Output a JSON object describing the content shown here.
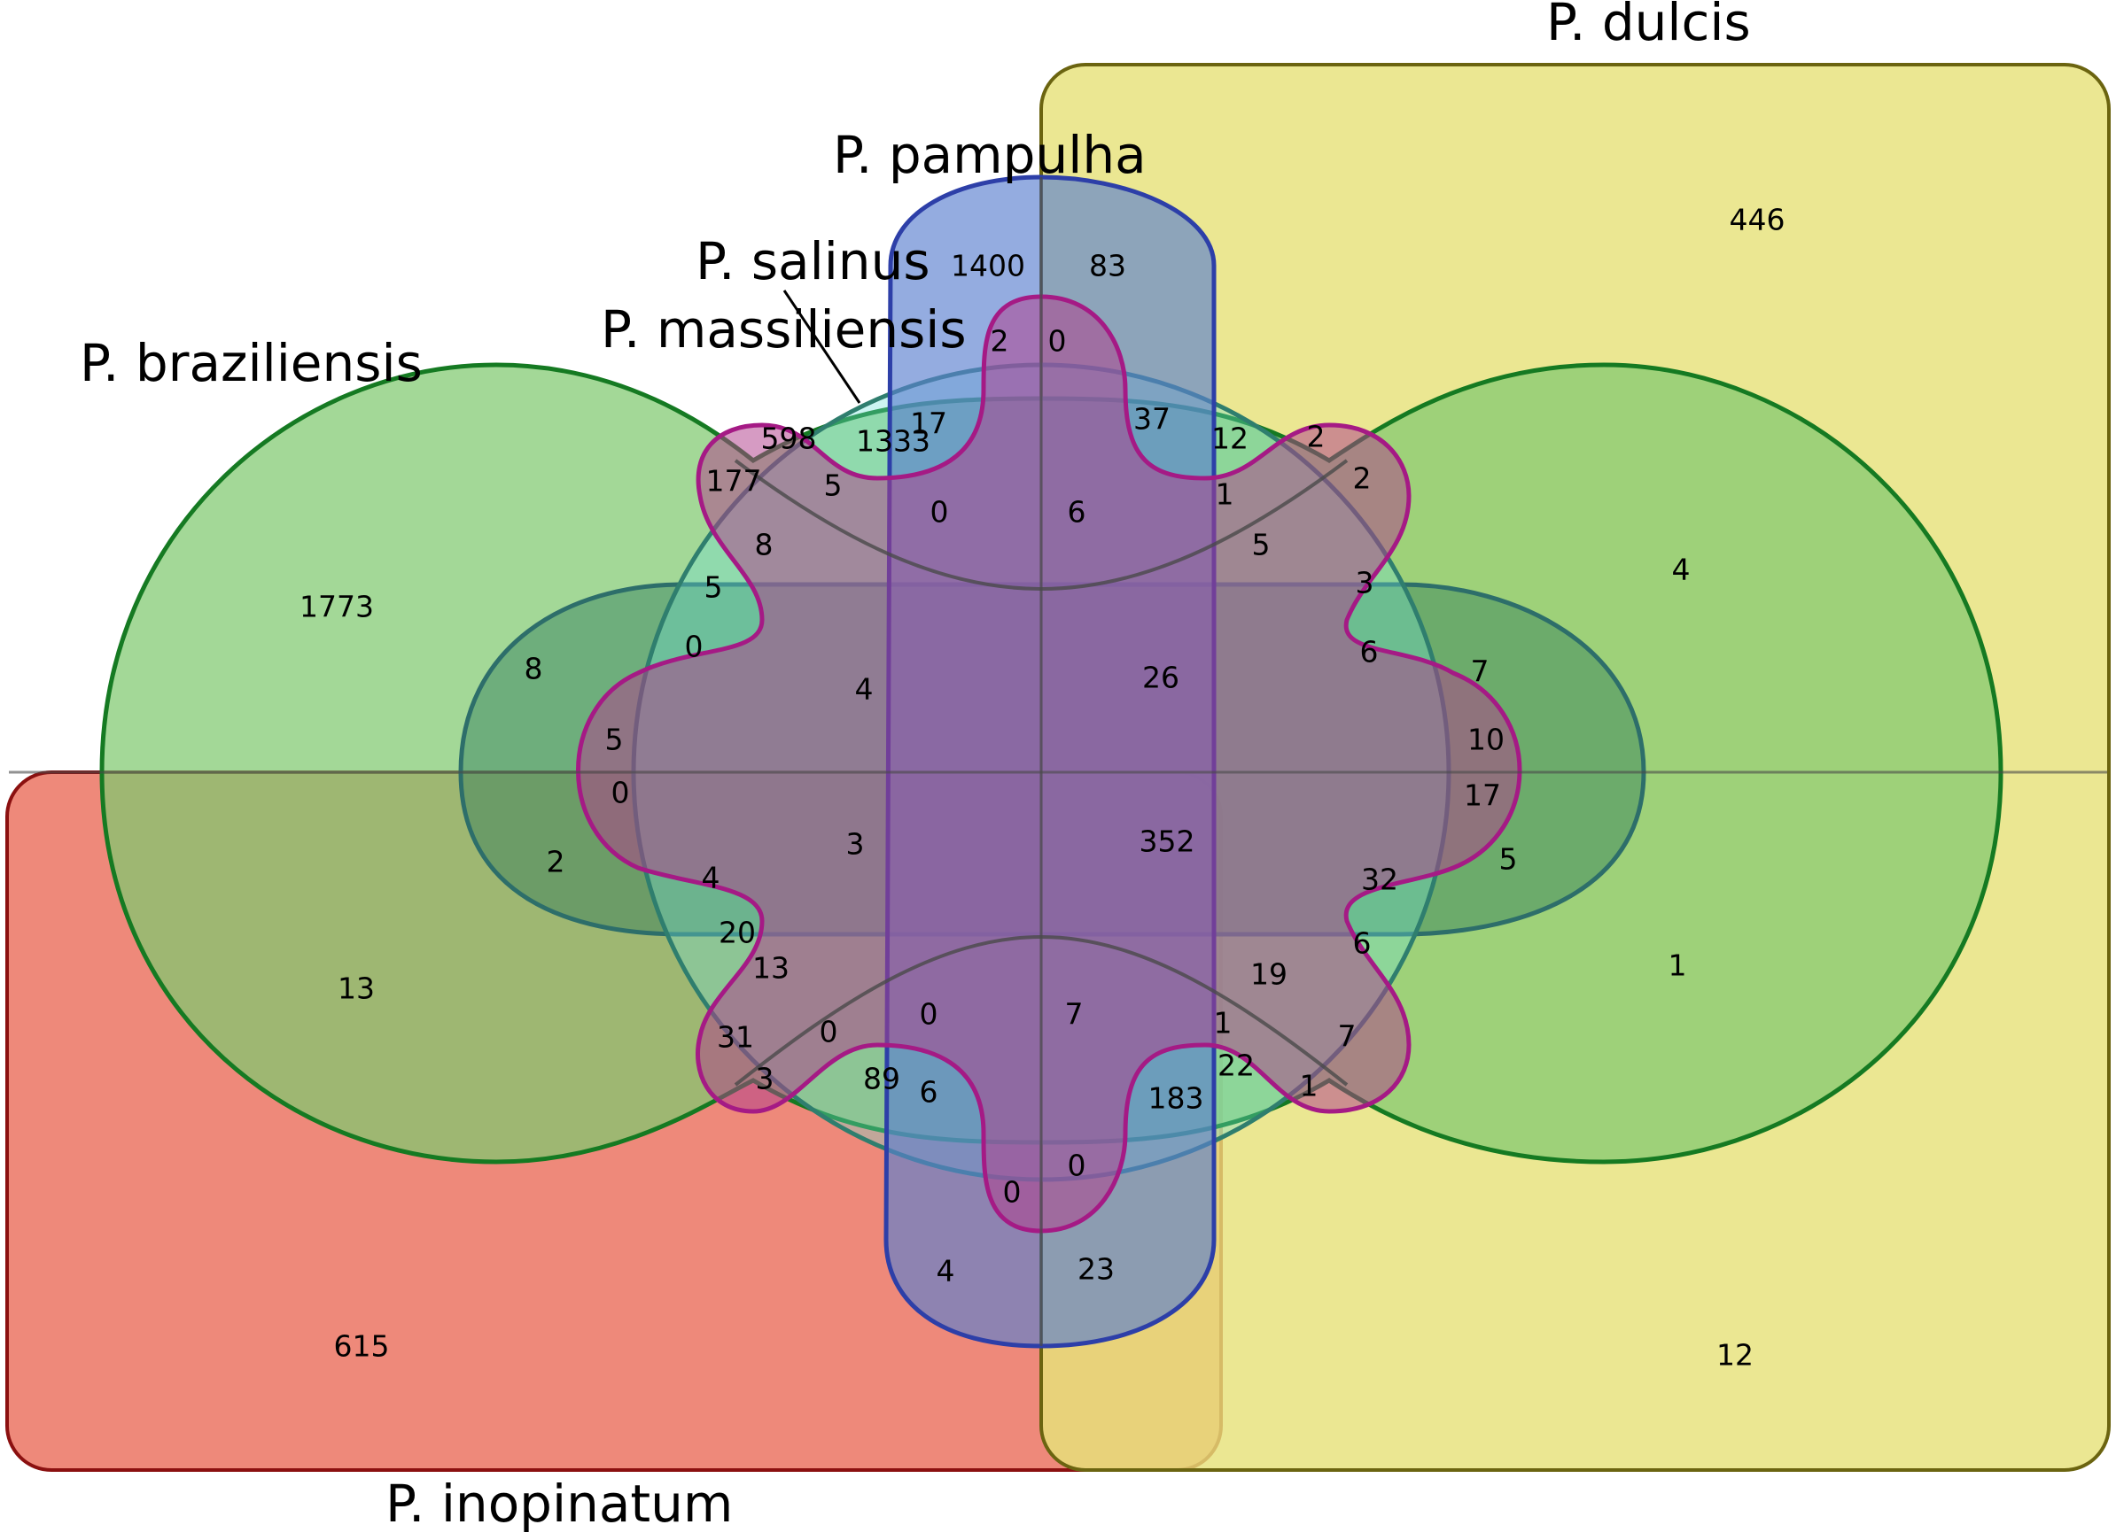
{
  "sets": [
    {
      "name": "P. dulcis",
      "color": "#e6e27a",
      "stroke": "#6b6410"
    },
    {
      "name": "P. inopinatum",
      "color": "#ea6f5d",
      "stroke": "#8b1010"
    },
    {
      "name": "P. braziliensis",
      "color": "#80c96f",
      "stroke": "#157a22"
    },
    {
      "name": "P. pampulha",
      "color": "#5a7fd0",
      "stroke": "#2d3fa8"
    },
    {
      "name": "P. salinus",
      "color": "#6ee0d8",
      "stroke": "#1f8f8a"
    },
    {
      "name": "P. massiliensis",
      "color": "#b0408c",
      "stroke": "#a51a85"
    }
  ],
  "counts": [
    "446",
    "1400",
    "83",
    "2",
    "0",
    "1773",
    "598",
    "1333",
    "17",
    "37",
    "12",
    "2",
    "177",
    "5",
    "0",
    "6",
    "1",
    "2",
    "8",
    "5",
    "3",
    "4",
    "5",
    "0",
    "6",
    "7",
    "8",
    "4",
    "26",
    "5",
    "10",
    "0",
    "17",
    "2",
    "3",
    "352",
    "32",
    "5",
    "4",
    "6",
    "20",
    "13",
    "19",
    "1",
    "13",
    "31",
    "0",
    "0",
    "7",
    "1",
    "7",
    "3",
    "89",
    "6",
    "183",
    "22",
    "1",
    "0",
    "0",
    "4",
    "23",
    "615",
    "12"
  ]
}
